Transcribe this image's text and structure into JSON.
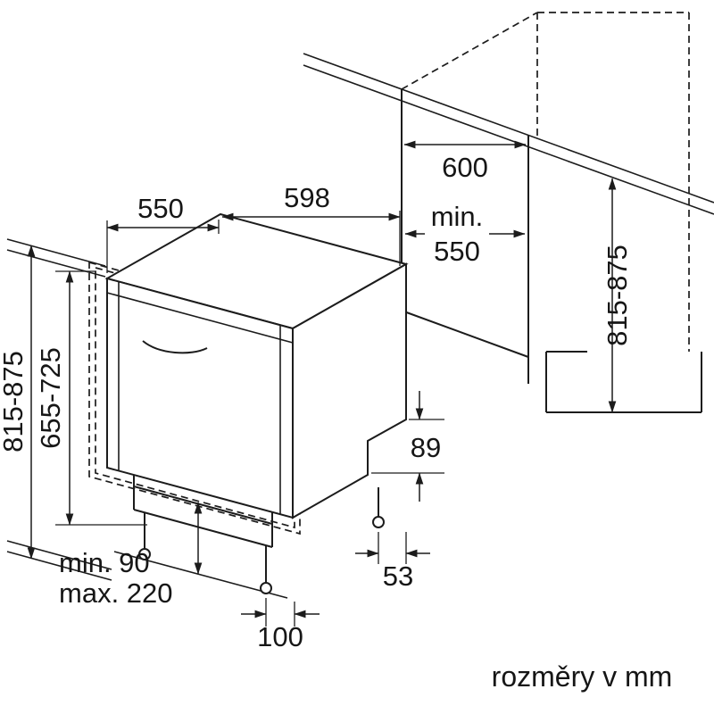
{
  "diagram": {
    "caption": "rozměry v mm",
    "dims": {
      "depth_top": "550",
      "width_top": "598",
      "niche_depth": "600",
      "niche_width_prefix": "min.",
      "niche_width_value": "550",
      "appliance_height": "815-875",
      "door_panel_height": "655-725",
      "niche_height": "815-875",
      "base_step_height": "89",
      "rear_foot_offset": "53",
      "front_foot_inset": "100",
      "plinth_min": "min. 90",
      "plinth_max": "max. 220"
    }
  }
}
